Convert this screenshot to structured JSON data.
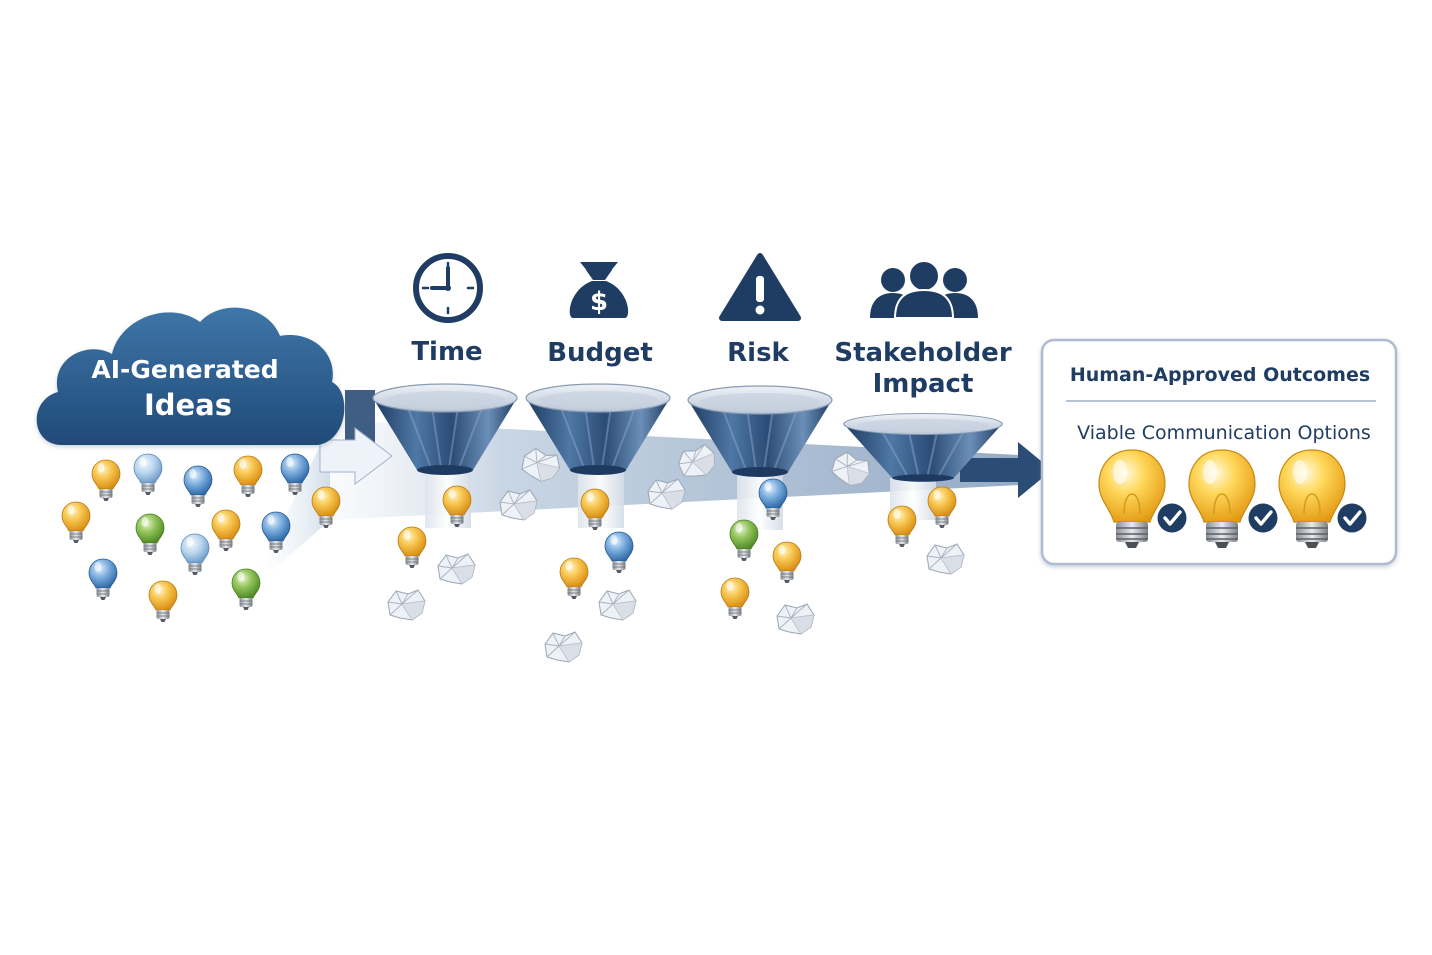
{
  "source": {
    "label_line1": "AI-Generated",
    "label_line2": "Ideas"
  },
  "filters": [
    {
      "label_line1": "Time",
      "label_line2": "",
      "icon": "clock-icon"
    },
    {
      "label_line1": "Budget",
      "label_line2": "",
      "icon": "money-bag-icon"
    },
    {
      "label_line1": "Risk",
      "label_line2": "",
      "icon": "warning-icon"
    },
    {
      "label_line1": "Stakeholder",
      "label_line2": "Impact",
      "icon": "people-icon"
    }
  ],
  "outcome": {
    "title": "Human-Approved Outcomes",
    "subtitle": "Viable Communication Options",
    "icons": [
      "lightbulb-icon",
      "check-badge-icon"
    ]
  },
  "colors": {
    "navy": "#1f3d63",
    "cloud": "#2f5f8f",
    "funnel_dark": "#2b4c75",
    "bulb_yellow": "#f5b842",
    "bulb_blue": "#5b95cf",
    "bulb_green": "#7bb244",
    "panel_border": "#aebbd0"
  }
}
